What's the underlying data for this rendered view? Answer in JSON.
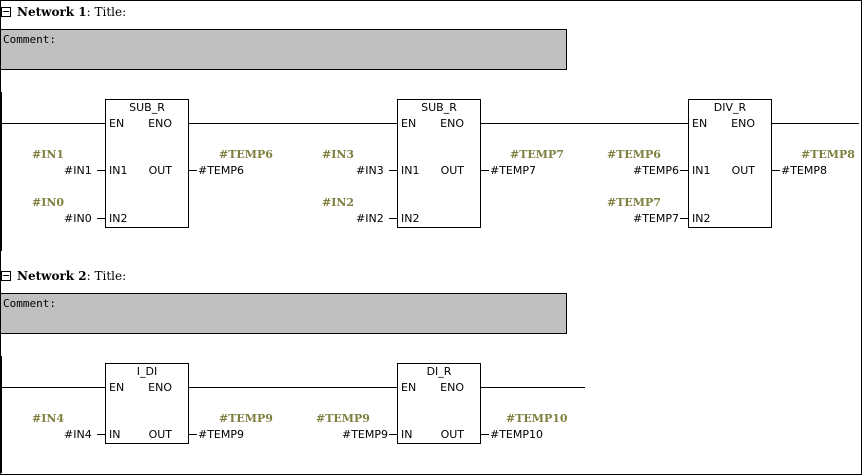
{
  "colors": {
    "symbol": "#7f7f3f",
    "comment_bg": "#c0c0c0"
  },
  "networks": [
    {
      "label": "Network 1",
      "title": ":  Title:",
      "comment": "Comment:",
      "blocks": [
        {
          "name": "SUB_R",
          "en": "EN",
          "eno": "ENO",
          "in1": "IN1",
          "in2": "IN2",
          "out": "OUT",
          "in1_var": "#IN1",
          "in1_sym": "#IN1",
          "in2_var": "#IN0",
          "in2_sym": "#IN0",
          "out_var": "#TEMP6",
          "out_sym": "#TEMP6"
        },
        {
          "name": "SUB_R",
          "en": "EN",
          "eno": "ENO",
          "in1": "IN1",
          "in2": "IN2",
          "out": "OUT",
          "in1_var": "#IN3",
          "in1_sym": "#IN3",
          "in2_var": "#IN2",
          "in2_sym": "#IN2",
          "out_var": "#TEMP7",
          "out_sym": "#TEMP7"
        },
        {
          "name": "DIV_R",
          "en": "EN",
          "eno": "ENO",
          "in1": "IN1",
          "in2": "IN2",
          "out": "OUT",
          "in1_var": "#TEMP6",
          "in1_sym": "#TEMP6",
          "in2_var": "#TEMP7",
          "in2_sym": "#TEMP7",
          "out_var": "#TEMP8",
          "out_sym": "#TEMP8"
        }
      ]
    },
    {
      "label": "Network 2",
      "title": ":  Title:",
      "comment": "Comment:",
      "blocks": [
        {
          "name": "I_DI",
          "en": "EN",
          "eno": "ENO",
          "in": "IN",
          "out": "OUT",
          "in_var": "#IN4",
          "in_sym": "#IN4",
          "out_var": "#TEMP9",
          "out_sym": "#TEMP9"
        },
        {
          "name": "DI_R",
          "en": "EN",
          "eno": "ENO",
          "in": "IN",
          "out": "OUT",
          "in_var": "#TEMP9",
          "in_sym": "#TEMP9",
          "out_var": "#TEMP10",
          "out_sym": "#TEMP10"
        }
      ]
    }
  ]
}
